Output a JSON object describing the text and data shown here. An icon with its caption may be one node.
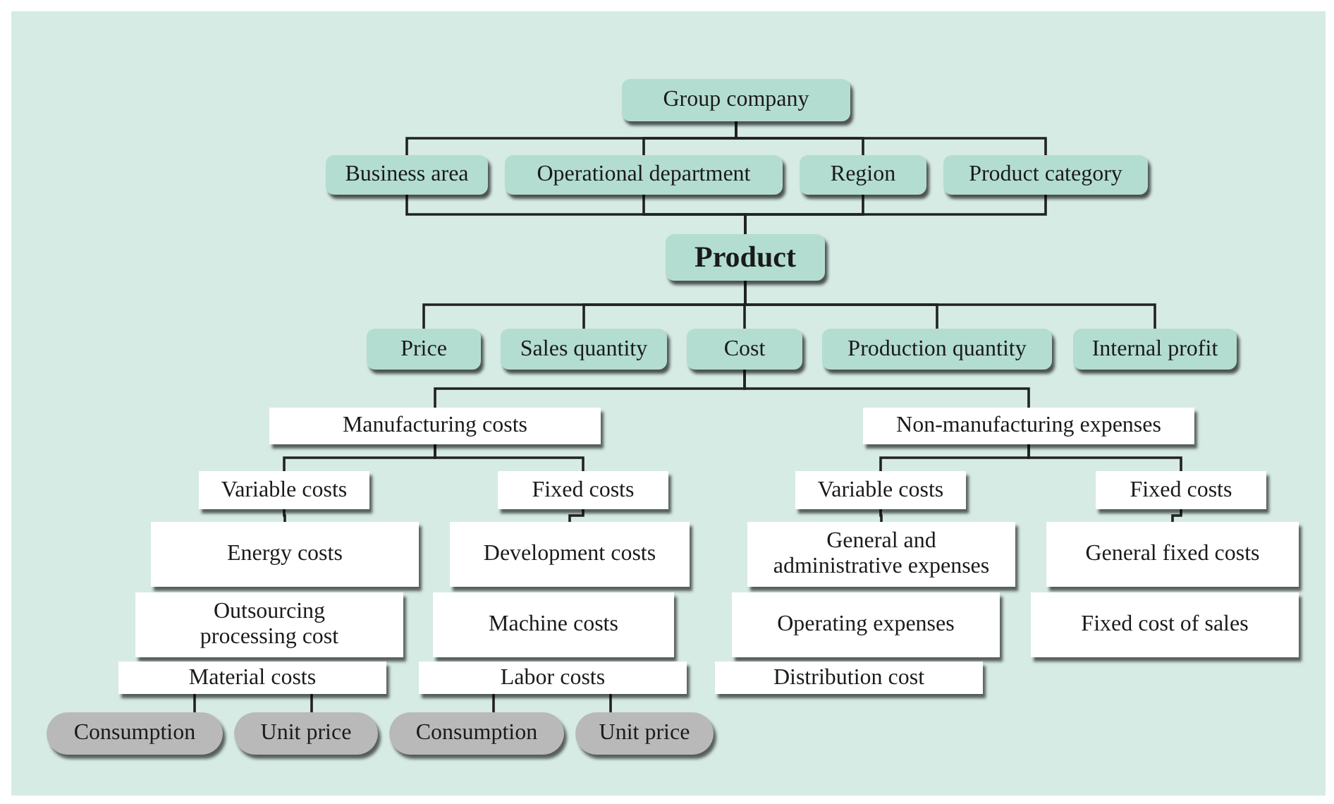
{
  "diagram": {
    "nodes": [
      {
        "text": [
          "Group company"
        ]
      },
      {
        "text": [
          "Business area"
        ]
      },
      {
        "text": [
          "Operational department"
        ]
      },
      {
        "text": [
          "Region"
        ]
      },
      {
        "text": [
          "Product category"
        ]
      },
      {
        "text": [
          "Product"
        ]
      },
      {
        "text": [
          "Price"
        ]
      },
      {
        "text": [
          "Sales quantity"
        ]
      },
      {
        "text": [
          "Cost"
        ]
      },
      {
        "text": [
          "Production quantity"
        ]
      },
      {
        "text": [
          "Internal profit"
        ]
      },
      {
        "text": [
          "Manufacturing costs"
        ]
      },
      {
        "text": [
          "Non-manufacturing expenses"
        ]
      },
      {
        "text": [
          "Variable costs"
        ]
      },
      {
        "text": [
          "Fixed costs"
        ]
      },
      {
        "text": [
          "Energy costs"
        ]
      },
      {
        "text": [
          "Outsourcing processing cost"
        ]
      },
      {
        "text": [
          "Material costs"
        ]
      },
      {
        "text": [
          "Development costs"
        ]
      },
      {
        "text": [
          "Machine costs"
        ]
      },
      {
        "text": [
          "Labor costs"
        ]
      },
      {
        "text": [
          "Variable costs"
        ]
      },
      {
        "text": [
          "Fixed costs"
        ]
      },
      {
        "text": [
          "General and administrative expenses"
        ]
      },
      {
        "text": [
          "Operating expenses"
        ]
      },
      {
        "text": [
          "Distribution cost"
        ]
      },
      {
        "text": [
          "General fixed costs"
        ]
      },
      {
        "text": [
          "Fixed cost of sales"
        ]
      },
      {
        "text": [
          "Consumption"
        ]
      },
      {
        "text": [
          "Unit price"
        ]
      },
      {
        "text": [
          "Consumption"
        ]
      },
      {
        "text": [
          "Unit price"
        ]
      }
    ],
    "edges": [
      {
        "from": 0,
        "to": 1,
        "arrow": "none"
      },
      {
        "from": 0,
        "to": 2,
        "arrow": "none"
      },
      {
        "from": 0,
        "to": 3,
        "arrow": "none"
      },
      {
        "from": 0,
        "to": 4,
        "arrow": "none"
      },
      {
        "from": 1,
        "to": 5,
        "arrow": "none"
      },
      {
        "from": 2,
        "to": 5,
        "arrow": "none"
      },
      {
        "from": 3,
        "to": 5,
        "arrow": "none"
      },
      {
        "from": 4,
        "to": 5,
        "arrow": "none"
      },
      {
        "from": 5,
        "to": 6,
        "arrow": "none"
      },
      {
        "from": 5,
        "to": 7,
        "arrow": "none"
      },
      {
        "from": 5,
        "to": 8,
        "arrow": "none"
      },
      {
        "from": 5,
        "to": 9,
        "arrow": "none"
      },
      {
        "from": 5,
        "to": 10,
        "arrow": "none"
      },
      {
        "from": 8,
        "to": 11,
        "arrow": "none"
      },
      {
        "from": 8,
        "to": 12,
        "arrow": "none"
      },
      {
        "from": 11,
        "to": 13,
        "arrow": "none"
      },
      {
        "from": 11,
        "to": 14,
        "arrow": "none"
      },
      {
        "from": 13,
        "to": 15,
        "arrow": "none"
      },
      {
        "from": 14,
        "to": 18,
        "arrow": "none"
      },
      {
        "from": 12,
        "to": 21,
        "arrow": "none"
      },
      {
        "from": 12,
        "to": 22,
        "arrow": "none"
      },
      {
        "from": 21,
        "to": 23,
        "arrow": "none"
      },
      {
        "from": 22,
        "to": 26,
        "arrow": "none"
      },
      {
        "from": 17,
        "to": 28,
        "arrow": "none"
      },
      {
        "from": 17,
        "to": 29,
        "arrow": "none"
      },
      {
        "from": 20,
        "to": 30,
        "arrow": "none"
      },
      {
        "from": 20,
        "to": 31,
        "arrow": "none"
      }
    ]
  }
}
